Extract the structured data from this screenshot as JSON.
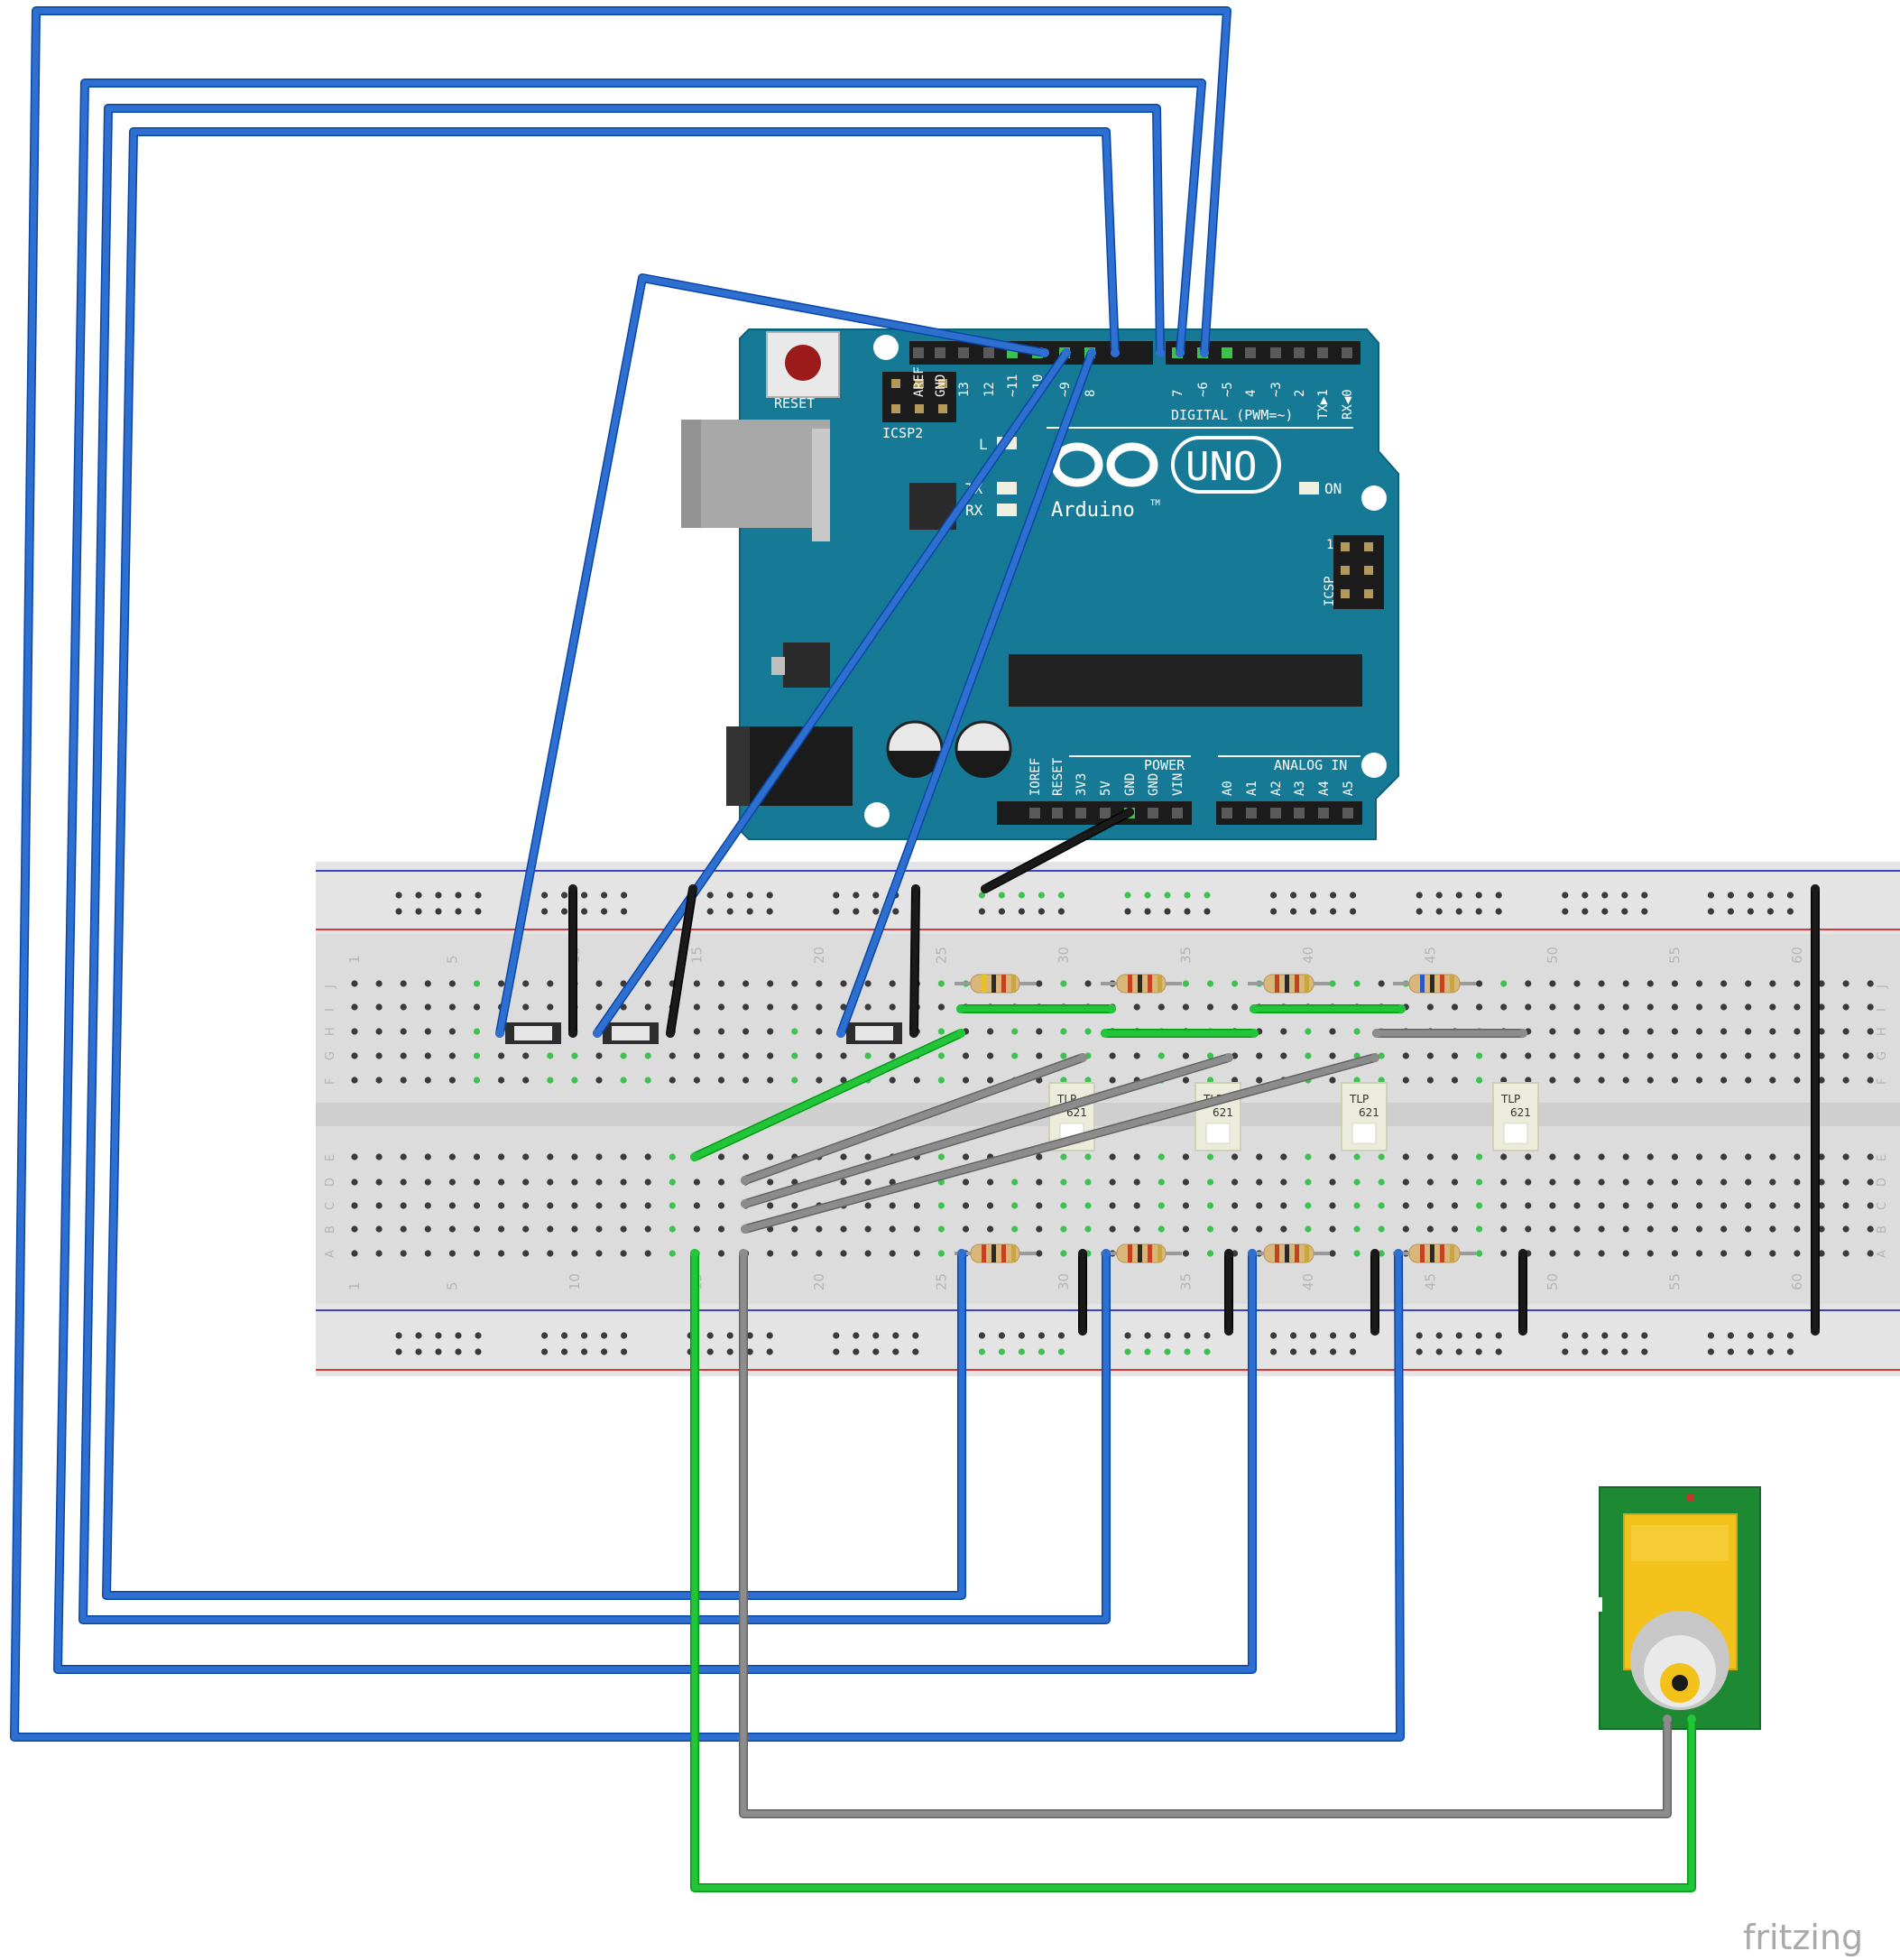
{
  "arduino": {
    "reset_label": "RESET",
    "icsp2_label": "ICSP2",
    "icsp_label": "ICSP",
    "icsp_pin1": "1",
    "uno_label": "UNO",
    "brand_label": "Arduino",
    "trademark": "TM",
    "on_label": "ON",
    "led_l": "L",
    "led_tx": "TX",
    "led_rx": "RX",
    "digital_label": "DIGITAL (PWM=~)",
    "power_label": "POWER",
    "analog_label": "ANALOG IN",
    "digital_pins": [
      "AREF",
      "GND",
      "13",
      "12",
      "~11",
      "~10",
      "~9",
      "8",
      "7",
      "~6",
      "~5",
      "4",
      "~3",
      "2",
      "TX▶1",
      "RX◀0"
    ],
    "power_pins": [
      "IOREF",
      "RESET",
      "3V3",
      "5V",
      "GND",
      "GND",
      "VIN"
    ],
    "analog_pins": [
      "A0",
      "A1",
      "A2",
      "A3",
      "A4",
      "A5"
    ],
    "board_color": "#167a96"
  },
  "breadboard": {
    "column_numbers": [
      "1",
      "5",
      "10",
      "15",
      "20",
      "25",
      "30",
      "35",
      "40",
      "45",
      "50",
      "55",
      "60"
    ],
    "rows_top": [
      "J",
      "I",
      "H",
      "G",
      "F"
    ],
    "rows_bottom": [
      "E",
      "D",
      "C",
      "B",
      "A"
    ]
  },
  "optocouplers": [
    {
      "line1": "TLP",
      "line2": "621"
    },
    {
      "line1": "TLP",
      "line2": "621"
    },
    {
      "line1": "TLP",
      "line2": "621"
    },
    {
      "line1": "TLP",
      "line2": "621"
    }
  ],
  "wire_colors": {
    "blue": "#2f6fd0",
    "black": "#1a1a1a",
    "green": "#22c43a",
    "gray": "#8c8c8c"
  },
  "watermark": "fritzing"
}
